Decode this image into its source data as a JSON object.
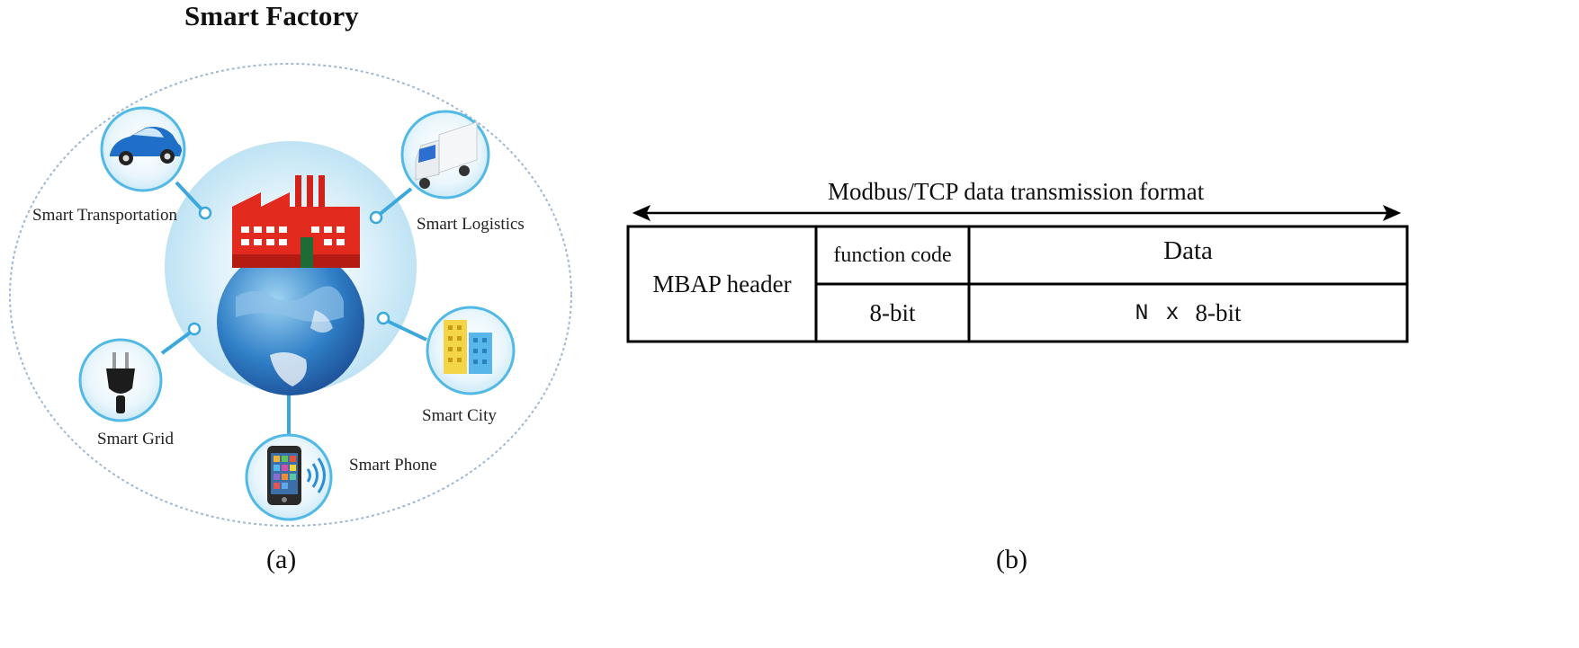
{
  "figure_a": {
    "title": "Smart Factory",
    "nodes": [
      {
        "id": "transport",
        "label": "Smart Transportation",
        "icon": "car-icon"
      },
      {
        "id": "logistics",
        "label": "Smart Logistics",
        "icon": "truck-icon"
      },
      {
        "id": "grid",
        "label": "Smart Grid",
        "icon": "plug-icon"
      },
      {
        "id": "city",
        "label": "Smart City",
        "icon": "buildings-icon"
      },
      {
        "id": "phone",
        "label": "Smart Phone",
        "icon": "smartphone-icon"
      }
    ],
    "center_icon": "factory-globe-icon",
    "caption": "(a)",
    "colors": {
      "ring": "#a9c3dc",
      "bubble": "#4cb6e4",
      "link": "#33a7dc",
      "factory": "#e0291f"
    }
  },
  "figure_b": {
    "title": "Modbus/TCP data transmission format",
    "header_cell": "MBAP header",
    "function_code_label": "function code",
    "function_code_size": "8-bit",
    "data_label": "Data",
    "data_size_prefix": "N x",
    "data_size_unit": "8-bit",
    "caption": "(b)"
  }
}
